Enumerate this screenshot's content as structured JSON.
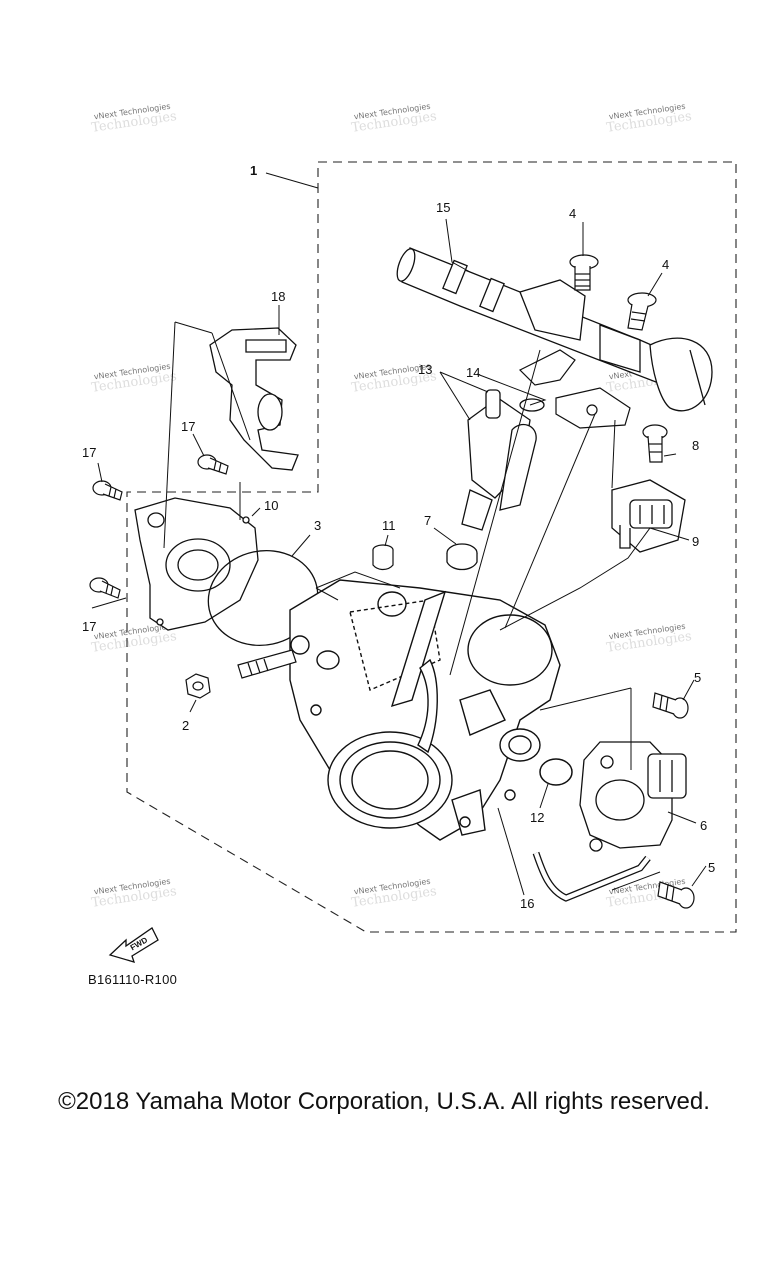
{
  "callouts": {
    "c1": "1",
    "c2": "2",
    "c3": "3",
    "c4a": "4",
    "c4b": "4",
    "c5a": "5",
    "c5b": "5",
    "c6": "6",
    "c7": "7",
    "c8": "8",
    "c9": "9",
    "c10": "10",
    "c11": "11",
    "c12": "12",
    "c13": "13",
    "c14": "14",
    "c15": "15",
    "c16": "16",
    "c17a": "17",
    "c17b": "17",
    "c17c": "17",
    "c18": "18"
  },
  "fwd_label": "FWD",
  "watermark": {
    "line1": "vNext Technologies",
    "line2": "Technologies"
  },
  "diagram_ref": "B161110-R100",
  "copyright": "©2018 Yamaha Motor Corporation, U.S.A. All rights reserved."
}
